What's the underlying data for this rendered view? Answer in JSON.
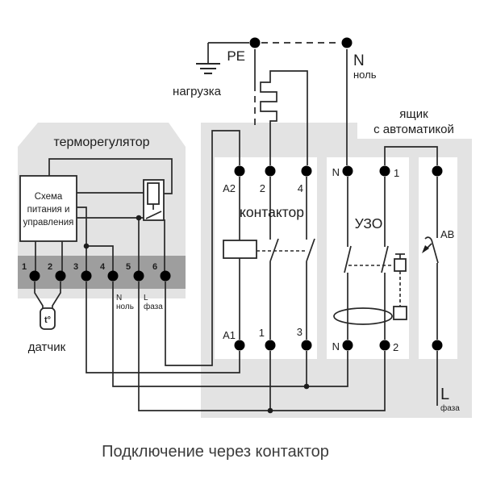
{
  "colors": {
    "background": "#ffffff",
    "panel_gray": "#e3e3e3",
    "terminal_strip_gray": "#9e9e9e",
    "component_box_white": "#ffffff",
    "line": "#282828",
    "caption_text": "#3d3d3d"
  },
  "top_section": {
    "pe_label": "PE",
    "neutral_label": "N",
    "neutral_sublabel": "ноль",
    "load_label": "нагрузка"
  },
  "automation_box": {
    "label_line1": "ящик",
    "label_line2": "с автоматикой"
  },
  "thermostat": {
    "title": "терморегулятор",
    "control_unit_line1": "Схема",
    "control_unit_line2": "питания и",
    "control_unit_line3": "управления",
    "terminals": [
      "1",
      "2",
      "3",
      "4",
      "5",
      "6"
    ],
    "terminal_4_sublabel_line1": "N",
    "terminal_4_sublabel_line2": "ноль",
    "terminal_5_sublabel_line1": "L",
    "terminal_5_sublabel_line2": "фаза",
    "sensor_symbol": "t°",
    "sensor_label": "датчик"
  },
  "contactor": {
    "title": "контактор",
    "terminal_a2": "A2",
    "terminal_2": "2",
    "terminal_4": "4",
    "terminal_a1": "A1",
    "terminal_1": "1",
    "terminal_3": "3"
  },
  "rcd": {
    "title": "УЗО",
    "terminal_n_top": "N",
    "terminal_1_top": "1",
    "terminal_n_bottom": "N",
    "terminal_2_bottom": "2"
  },
  "breaker": {
    "label": "АВ"
  },
  "phase_out": {
    "label": "L",
    "sublabel": "фаза"
  },
  "caption": "Подключение через контактор"
}
